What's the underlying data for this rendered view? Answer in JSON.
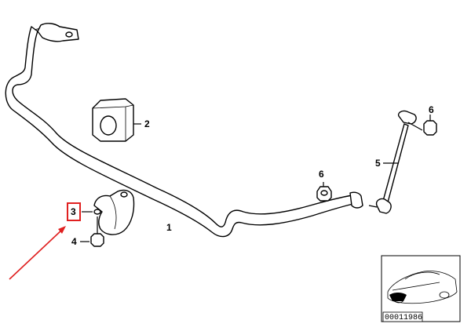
{
  "diagram": {
    "callouts": [
      {
        "id": "1",
        "label": "1"
      },
      {
        "id": "2",
        "label": "2"
      },
      {
        "id": "3",
        "label": "3"
      },
      {
        "id": "4",
        "label": "4"
      },
      {
        "id": "5",
        "label": "5"
      },
      {
        "id": "6a",
        "label": "6"
      },
      {
        "id": "6b",
        "label": "6"
      }
    ],
    "highlight_color": "#e02020",
    "arrow_color": "#e02020",
    "reference_number": "00011986"
  }
}
